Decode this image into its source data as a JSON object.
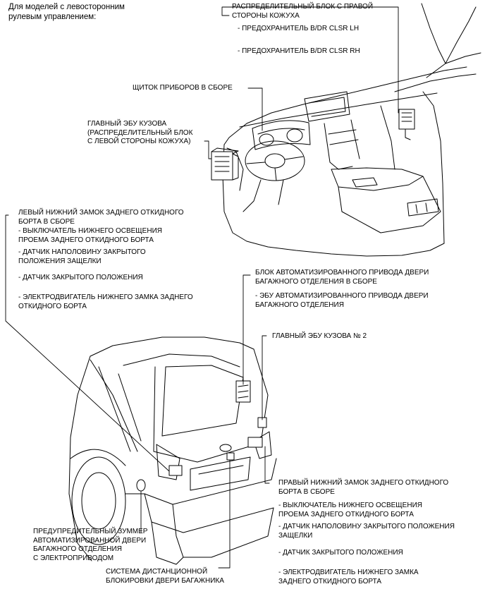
{
  "header": {
    "title": "Для моделей с левосторонним\nрулевым управлением:"
  },
  "labels": {
    "junction_right_title": "РАСПРЕДЕЛИТЕЛЬНЫЙ БЛОК С ПРАВОЙ\nСТОРОНЫ КОЖУХА",
    "junction_right_fuse_lh": "- ПРЕДОХРАНИТЕЛЬ B/DR CLSR LH",
    "junction_right_fuse_rh": "- ПРЕДОХРАНИТЕЛЬ B/DR CLSR RH",
    "instrument_panel": "ЩИТОК ПРИБОРОВ В СБОРЕ",
    "main_body_ecu": "ГЛАВНЫЙ ЭБУ КУЗОВА\n(РАСПРЕДЕЛИТЕЛЬНЫЙ БЛОК\nС ЛЕВОЙ СТОРОНЫ КОЖУХА)",
    "left_lock_title": "ЛЕВЫЙ НИЖНИЙ ЗАМОК ЗАДНЕГО ОТКИДНОГО\nБОРТА В СБОРЕ",
    "left_lock_item1": "- ВЫКЛЮЧАТЕЛЬ НИЖНЕГО ОСВЕЩЕНИЯ\nПРОЕМА ЗАДНЕГО ОТКИДНОГО БОРТА",
    "left_lock_item2": "- ДАТЧИК НАПОЛОВИНУ ЗАКРЫТОГО\nПОЛОЖЕНИЯ ЗАЩЕЛКИ",
    "left_lock_item3": "- ДАТЧИК ЗАКРЫТОГО ПОЛОЖЕНИЯ",
    "left_lock_item4": "- ЭЛЕКТРОДВИГАТЕЛЬ НИЖНЕГО ЗАМКА ЗАДНЕГО\nОТКИДНОГО БОРТА",
    "power_door_title": "БЛОК АВТОМАТИЗИРОВАННОГО ПРИВОДА ДВЕРИ\nБАГАЖНОГО ОТДЕЛЕНИЯ В СБОРЕ",
    "power_door_item1": "- ЭБУ АВТОМАТИЗИРОВАННОГО ПРИВОДА ДВЕРИ\nБАГАЖНОГО ОТДЕЛЕНИЯ",
    "main_body_ecu_2": "ГЛАВНЫЙ ЭБУ КУЗОВА № 2",
    "right_lock_title": "ПРАВЫЙ НИЖНИЙ ЗАМОК ЗАДНЕГО ОТКИДНОГО\nБОРТА В СБОРЕ",
    "right_lock_item1": "- ВЫКЛЮЧАТЕЛЬ НИЖНЕГО ОСВЕЩЕНИЯ\nПРОЕМА ЗАДНЕГО ОТКИДНОГО БОРТА",
    "right_lock_item2": "- ДАТЧИК НАПОЛОВИНУ ЗАКРЫТОГО ПОЛОЖЕНИЯ\nЗАЩЕЛКИ",
    "right_lock_item3": "- ДАТЧИК ЗАКРЫТОГО ПОЛОЖЕНИЯ",
    "right_lock_item4": "- ЭЛЕКТРОДВИГАТЕЛЬ НИЖНЕГО ЗАМКА\nЗАДНЕГО ОТКИДНОГО БОРТА",
    "buzzer": "ПРЕДУПРЕДИТЕЛЬНЫЙ ЗУММЕР\nАВТОМАТИЗИРОВАННОЙ ДВЕРИ\nБАГАЖНОГО ОТДЕЛЕНИЯ\nС ЭЛЕКТРОПРИВОДОМ",
    "remote_lock": "СИСТЕМА ДИСТАНЦИОННОЙ\nБЛОКИРОВКИ ДВЕРИ БАГАЖНИКА"
  }
}
